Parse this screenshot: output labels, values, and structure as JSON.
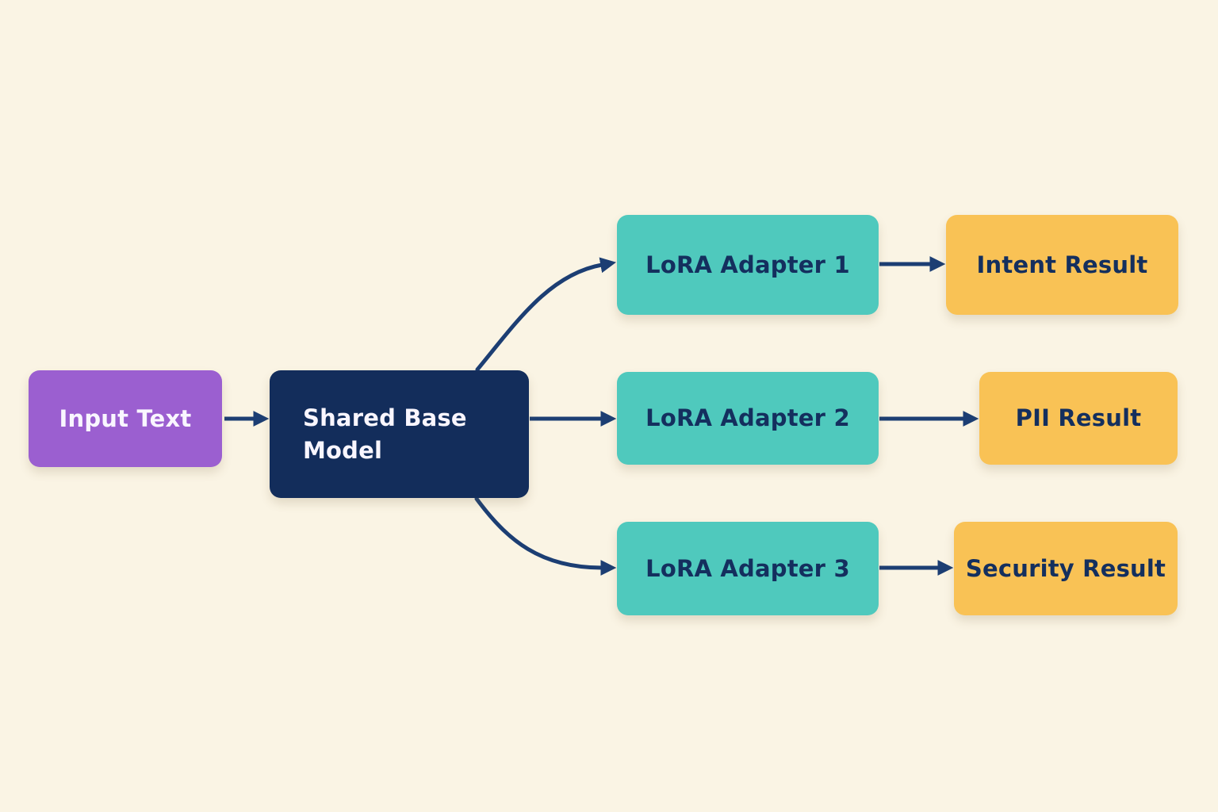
{
  "diagram": {
    "nodes": {
      "input": {
        "label": "Input Text",
        "color": "#9b5fd0",
        "text_color": "#f9f6ff"
      },
      "base": {
        "label": "Shared Base Model",
        "color": "#132d5b",
        "text_color": "#f9f6ff"
      },
      "adapter1": {
        "label": "LoRA Adapter 1",
        "color": "#4fc9bd",
        "text_color": "#142f5e"
      },
      "adapter2": {
        "label": "LoRA Adapter 2",
        "color": "#4fc9bd",
        "text_color": "#142f5e"
      },
      "adapter3": {
        "label": "LoRA Adapter 3",
        "color": "#4fc9bd",
        "text_color": "#142f5e"
      },
      "result1": {
        "label": "Intent Result",
        "color": "#f9c255",
        "text_color": "#142f5e"
      },
      "result2": {
        "label": "PII Result",
        "color": "#f9c255",
        "text_color": "#142f5e"
      },
      "result3": {
        "label": "Security Result",
        "color": "#f9c255",
        "text_color": "#142f5e"
      }
    },
    "edges": [
      {
        "from": "input",
        "to": "base",
        "style": "straight"
      },
      {
        "from": "base",
        "to": "adapter1",
        "style": "curved-up"
      },
      {
        "from": "base",
        "to": "adapter2",
        "style": "straight"
      },
      {
        "from": "base",
        "to": "adapter3",
        "style": "curved-down"
      },
      {
        "from": "adapter1",
        "to": "result1",
        "style": "straight"
      },
      {
        "from": "adapter2",
        "to": "result2",
        "style": "straight"
      },
      {
        "from": "adapter3",
        "to": "result3",
        "style": "straight"
      }
    ],
    "colors": {
      "background": "#faf4e4",
      "edge": "#1c3e73"
    }
  }
}
